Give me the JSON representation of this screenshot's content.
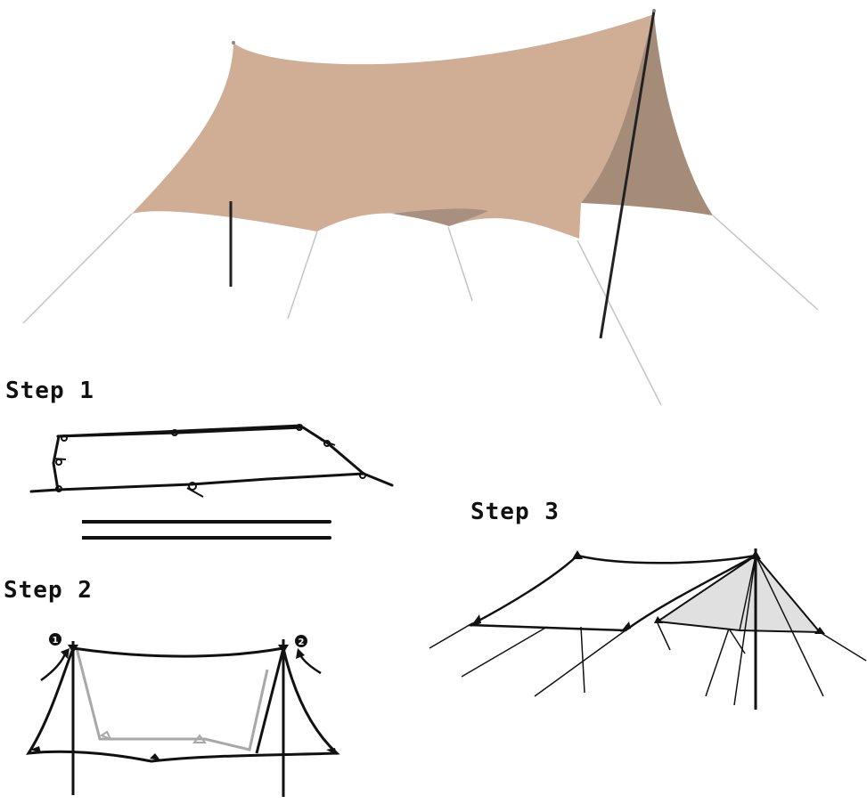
{
  "steps": [
    {
      "label": "Step 1"
    },
    {
      "label": "Step 2",
      "markers": [
        "1",
        "2"
      ]
    },
    {
      "label": "Step 3"
    }
  ],
  "colors": {
    "tarp_main": "#cfae95",
    "tarp_shade": "#a58c78",
    "tarp_under": "#a89080",
    "line": "#111111",
    "guyline": "#bdbdbd",
    "inner_outline": "#a8a8a8",
    "step3_fill": "#e0e0e0"
  }
}
